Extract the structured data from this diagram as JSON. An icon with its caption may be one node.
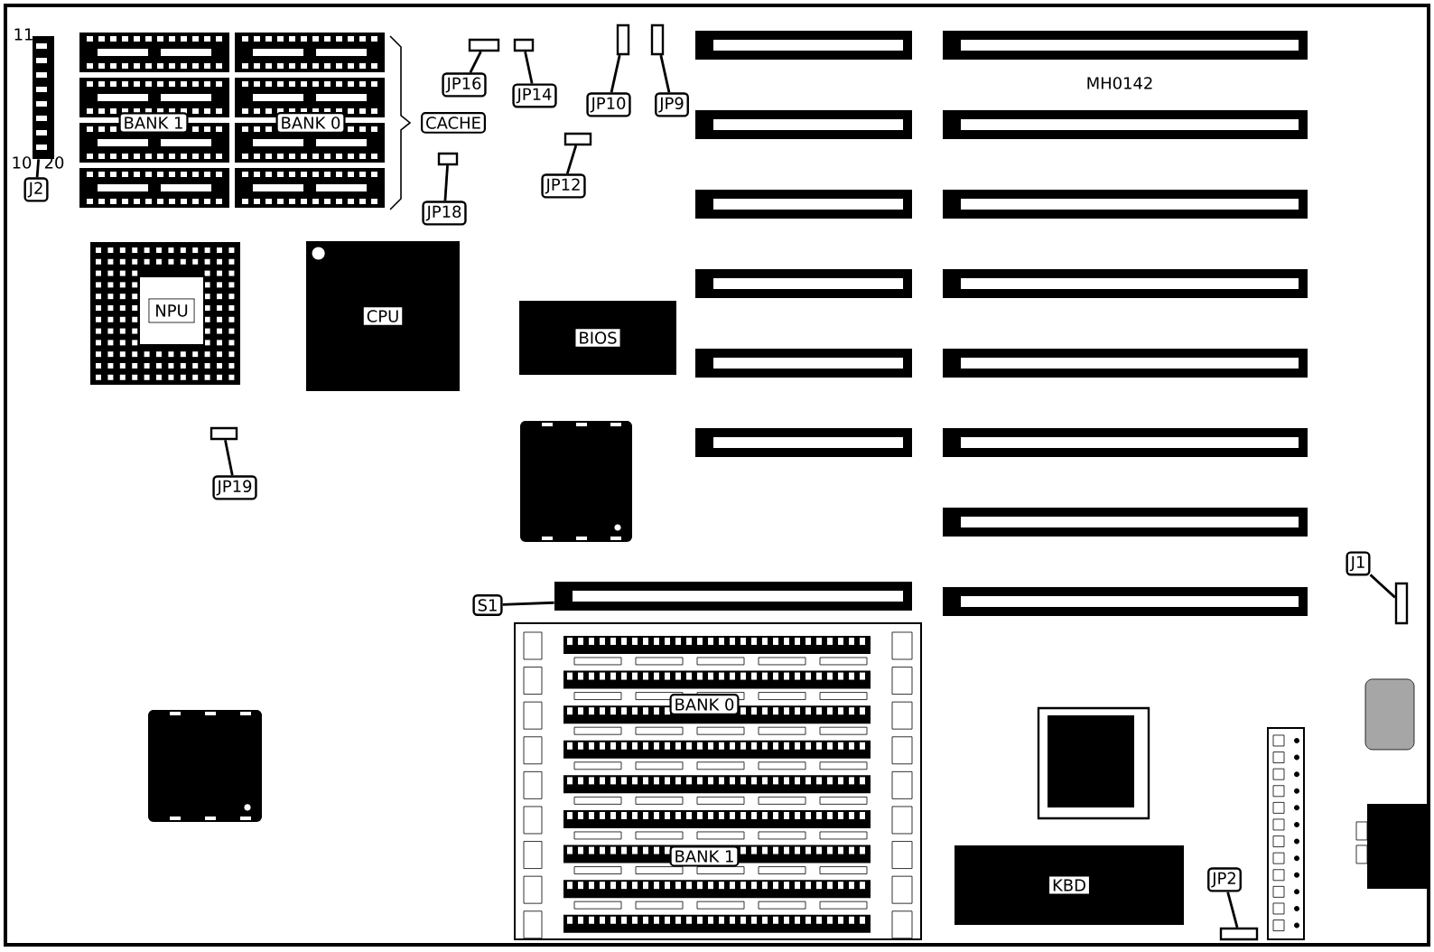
{
  "diagram": {
    "nodes": [
      {
        "text": [
          "J2"
        ]
      },
      {
        "text": [],
        "shape": "box"
      },
      {
        "text": [
          "JP16"
        ]
      },
      {
        "text": [],
        "shape": "box"
      },
      {
        "text": [
          "JP14"
        ]
      },
      {
        "text": [],
        "shape": "box"
      },
      {
        "text": [
          "JP10"
        ]
      },
      {
        "text": [],
        "shape": "box"
      },
      {
        "text": [
          "JP9"
        ]
      },
      {
        "text": [],
        "shape": "box"
      },
      {
        "text": [
          "JP12"
        ]
      },
      {
        "text": [],
        "shape": "box"
      },
      {
        "text": [
          "JP18"
        ]
      },
      {
        "text": [],
        "shape": "box"
      },
      {
        "text": [
          "NPU"
        ]
      },
      {
        "text": [
          "CPU"
        ]
      },
      {
        "text": [
          "BIOS"
        ]
      },
      {
        "text": [
          "JP19"
        ]
      },
      {
        "text": [],
        "shape": "box"
      },
      {
        "text": [
          "S1"
        ]
      },
      {
        "text": [],
        "shape": "bar"
      },
      {
        "text": [
          "J1"
        ]
      },
      {
        "text": [],
        "shape": "box"
      },
      {
        "text": [
          "KBD"
        ]
      },
      {
        "text": [
          "JP2"
        ]
      },
      {
        "text": [],
        "shape": "box"
      },
      {
        "text": [],
        "shape": "bar"
      },
      {
        "text": [],
        "shape": "bar"
      },
      {
        "text": [],
        "shape": "bar"
      },
      {
        "text": [],
        "shape": "bar"
      },
      {
        "text": [],
        "shape": "bar"
      },
      {
        "text": [],
        "shape": "bar"
      },
      {
        "text": [],
        "shape": "bar"
      },
      {
        "text": [],
        "shape": "bar"
      },
      {
        "text": [],
        "shape": "bar"
      },
      {
        "text": [],
        "shape": "bar"
      },
      {
        "text": [],
        "shape": "bar"
      },
      {
        "text": [],
        "shape": "bar"
      },
      {
        "text": [],
        "shape": "bar"
      },
      {
        "text": [],
        "shape": "bar"
      }
    ],
    "edges": [
      {
        "from": 0,
        "to": 1,
        "arrow": "none"
      },
      {
        "from": 2,
        "to": 3,
        "arrow": "none"
      },
      {
        "from": 4,
        "to": 5,
        "arrow": "none"
      },
      {
        "from": 6,
        "to": 7,
        "arrow": "none"
      },
      {
        "from": 8,
        "to": 9,
        "arrow": "none"
      },
      {
        "from": 10,
        "to": 11,
        "arrow": "none"
      },
      {
        "from": 12,
        "to": 13,
        "arrow": "none"
      },
      {
        "from": 17,
        "to": 18,
        "arrow": "none"
      },
      {
        "from": 19,
        "to": 20,
        "arrow": "none"
      },
      {
        "from": 21,
        "to": 22,
        "arrow": "none"
      },
      {
        "from": 24,
        "to": 25,
        "arrow": "none"
      }
    ],
    "labels": [
      "11",
      "10",
      "20",
      "BANK 1",
      "BANK 0",
      "CACHE",
      "MH0142",
      "BANK 0",
      "BANK 1"
    ]
  }
}
